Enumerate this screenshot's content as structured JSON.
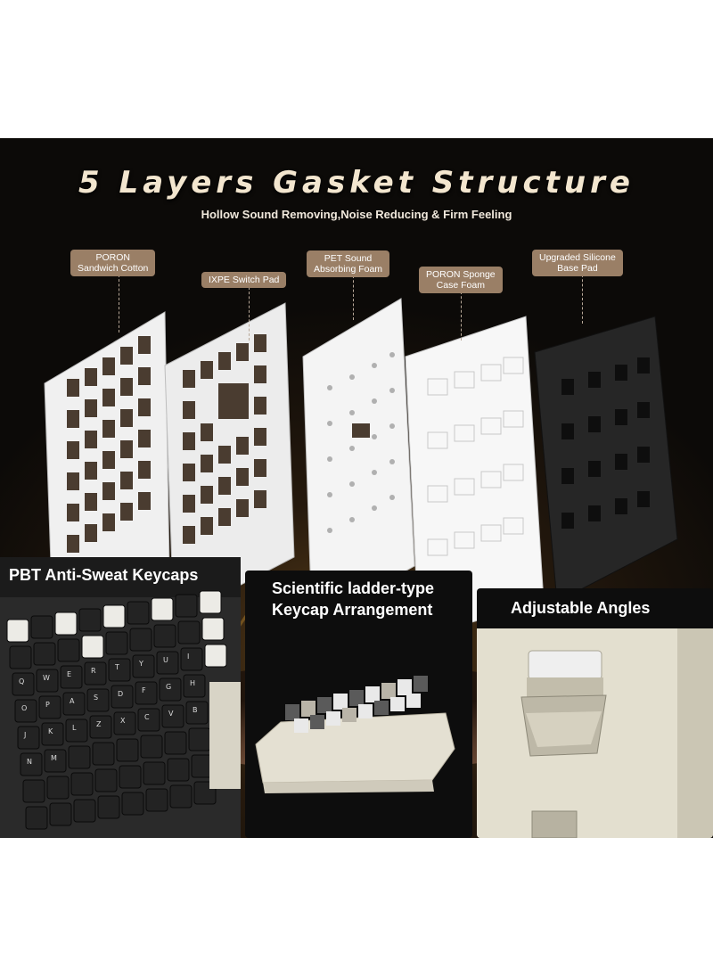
{
  "header": {
    "title": "5 Layers Gasket Structure",
    "subtitle": "Hollow Sound Removing,Noise Reducing & Firm Feeling"
  },
  "layers": [
    {
      "label_line1": "PORON",
      "label_line2": "Sandwich Cotton"
    },
    {
      "label_line1": "IXPE Switch Pad",
      "label_line2": ""
    },
    {
      "label_line1": "PET Sound",
      "label_line2": "Absorbing Foam"
    },
    {
      "label_line1": "PORON Sponge",
      "label_line2": "Case Foam"
    },
    {
      "label_line1": "Upgraded Silicone",
      "label_line2": "Base Pad"
    }
  ],
  "panels": {
    "keycaps_title": "PBT Anti-Sweat Keycaps",
    "ladder_title_line1": "Scientific ladder-type",
    "ladder_title_line2": "Keycap Arrangement",
    "angles_title": "Adjustable Angles"
  },
  "keycap_legends": [
    "Q",
    "W",
    "E",
    "R",
    "T",
    "Y",
    "U",
    "I",
    "O",
    "P",
    "A",
    "S",
    "D",
    "F",
    "G",
    "H",
    "J",
    "K",
    "L",
    "Z",
    "X",
    "C",
    "V",
    "B",
    "N",
    "M"
  ],
  "colors": {
    "background": "#0c0a08",
    "title": "#f3e6cf",
    "tag": "#9a7f66",
    "gold_glow": "#b8862e",
    "plate_white": "#efefef",
    "plate_black": "#262626",
    "keyboard_beige": "#e4e0d2"
  }
}
